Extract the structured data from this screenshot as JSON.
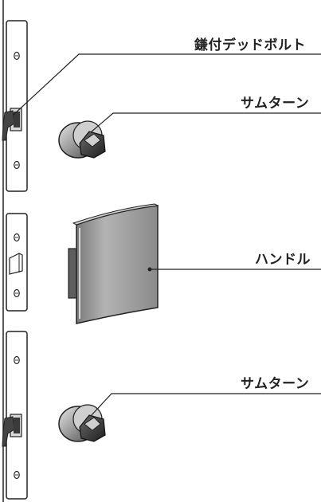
{
  "labels": {
    "deadbolt": "鎌付デッドボルト",
    "thumbturn_upper": "サムターン",
    "handle": "ハンドル",
    "thumbturn_lower": "サムターン"
  },
  "colors": {
    "line": "#222222",
    "plate_fill": "#ffffff",
    "handle_fill": "#8c8c8c",
    "handle_dark": "#5e5e5e",
    "metal_dark": "#3a3a3a",
    "metal_light": "#bdbdbd"
  }
}
